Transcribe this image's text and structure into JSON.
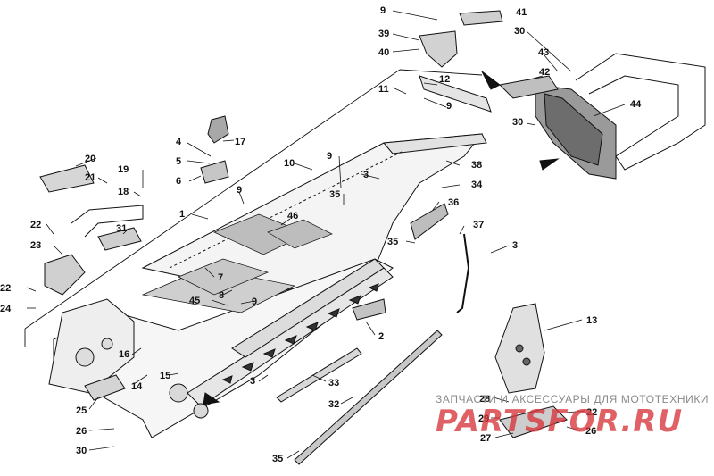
{
  "diagram": {
    "callouts": [
      {
        "id": "c41",
        "label": "41"
      },
      {
        "id": "c9a",
        "label": "9"
      },
      {
        "id": "c39",
        "label": "39"
      },
      {
        "id": "c40",
        "label": "40"
      },
      {
        "id": "c30a",
        "label": "30"
      },
      {
        "id": "c43",
        "label": "43"
      },
      {
        "id": "c42",
        "label": "42"
      },
      {
        "id": "c12",
        "label": "12"
      },
      {
        "id": "c11",
        "label": "11"
      },
      {
        "id": "c9b",
        "label": "9"
      },
      {
        "id": "c30b",
        "label": "30"
      },
      {
        "id": "c44",
        "label": "44"
      },
      {
        "id": "c4",
        "label": "4"
      },
      {
        "id": "c17",
        "label": "17"
      },
      {
        "id": "c5",
        "label": "5"
      },
      {
        "id": "c6",
        "label": "6"
      },
      {
        "id": "c10",
        "label": "10"
      },
      {
        "id": "c9c",
        "label": "9"
      },
      {
        "id": "c38",
        "label": "38"
      },
      {
        "id": "c3a",
        "label": "3"
      },
      {
        "id": "c34",
        "label": "34"
      },
      {
        "id": "c35a",
        "label": "35"
      },
      {
        "id": "c9d",
        "label": "9"
      },
      {
        "id": "c36",
        "label": "36"
      },
      {
        "id": "c20",
        "label": "20"
      },
      {
        "id": "c19",
        "label": "19"
      },
      {
        "id": "c21",
        "label": "21"
      },
      {
        "id": "c18",
        "label": "18"
      },
      {
        "id": "c1",
        "label": "1"
      },
      {
        "id": "c46",
        "label": "46"
      },
      {
        "id": "c37",
        "label": "37"
      },
      {
        "id": "c22a",
        "label": "22"
      },
      {
        "id": "c31",
        "label": "31"
      },
      {
        "id": "c35b",
        "label": "35"
      },
      {
        "id": "c23",
        "label": "23"
      },
      {
        "id": "c3b",
        "label": "3"
      },
      {
        "id": "c7",
        "label": "7"
      },
      {
        "id": "c22b",
        "label": "22"
      },
      {
        "id": "c8",
        "label": "8"
      },
      {
        "id": "c45",
        "label": "45"
      },
      {
        "id": "c9e",
        "label": "9"
      },
      {
        "id": "c24",
        "label": "24"
      },
      {
        "id": "c13",
        "label": "13"
      },
      {
        "id": "c2",
        "label": "2"
      },
      {
        "id": "c16",
        "label": "16"
      },
      {
        "id": "c14",
        "label": "14"
      },
      {
        "id": "c15",
        "label": "15"
      },
      {
        "id": "c3c",
        "label": "3"
      },
      {
        "id": "c33",
        "label": "33"
      },
      {
        "id": "c28",
        "label": "28"
      },
      {
        "id": "c25",
        "label": "25"
      },
      {
        "id": "c32",
        "label": "32"
      },
      {
        "id": "c22c",
        "label": "22"
      },
      {
        "id": "c29",
        "label": "29"
      },
      {
        "id": "c26a",
        "label": "26"
      },
      {
        "id": "c26b",
        "label": "26"
      },
      {
        "id": "c27",
        "label": "27"
      },
      {
        "id": "c30c",
        "label": "30"
      },
      {
        "id": "c35c",
        "label": "35"
      }
    ]
  },
  "watermark": {
    "tagline": "ЗАПЧАСТИ И АКСЕССУАРЫ ДЛЯ МОТОТЕХНИКИ",
    "logo": "PARTSFOR.RU"
  }
}
